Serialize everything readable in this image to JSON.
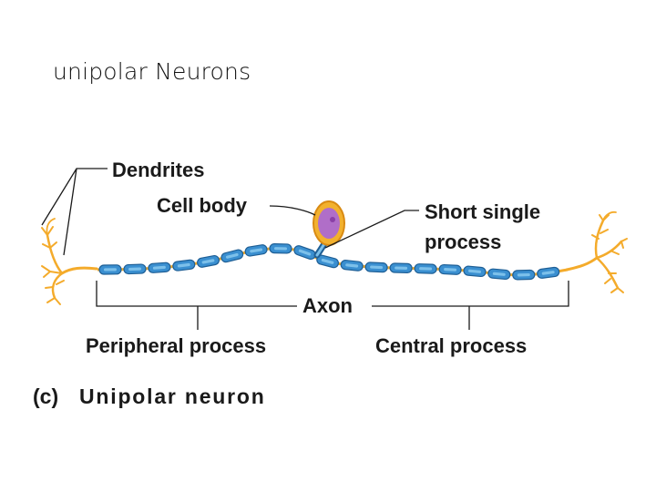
{
  "slide": {
    "title": "unipolar Neurons"
  },
  "diagram": {
    "labels": {
      "dendrites": "Dendrites",
      "cell_body": "Cell body",
      "short_process_line1": "Short single",
      "short_process_line2": "process",
      "axon": "Axon",
      "peripheral": "Peripheral process",
      "central": "Central process"
    },
    "caption": {
      "letter": "(c)",
      "text": "Unipolar neuron"
    },
    "colors": {
      "axon_fill": "#3a8fd0",
      "axon_core": "#7cc0ea",
      "axon_stroke": "#1f5f95",
      "dendrite": "#f4ab2b",
      "dendrite_dark": "#d98a12",
      "soma_outer": "#f2b12e",
      "soma_inner": "#b06ec8",
      "nucleus": "#8a3fa6",
      "leader": "#1a1a1a"
    }
  }
}
